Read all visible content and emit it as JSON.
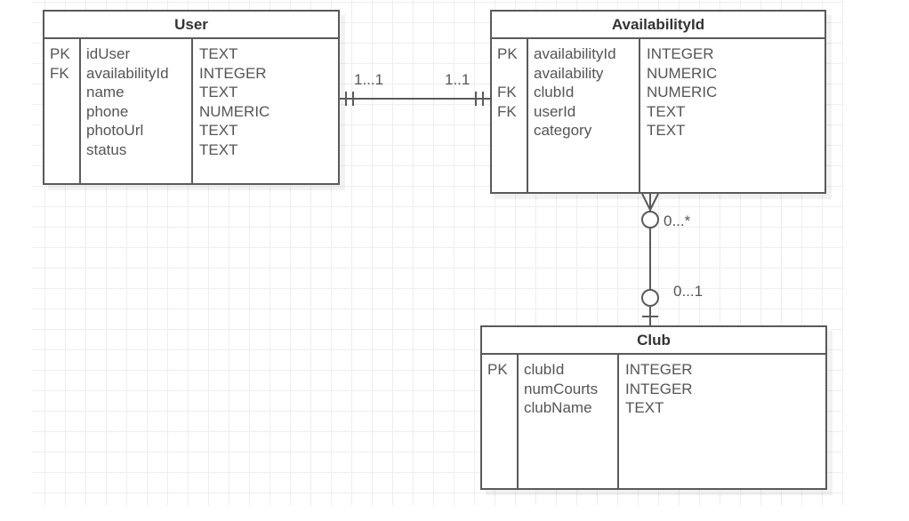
{
  "diagram": {
    "type": "entity-relationship",
    "entities": [
      {
        "name": "User",
        "fields": [
          {
            "key": "PK",
            "name": "idUser",
            "type": "TEXT"
          },
          {
            "key": "FK",
            "name": "availabilityId",
            "type": "INTEGER"
          },
          {
            "key": "",
            "name": "name",
            "type": "TEXT"
          },
          {
            "key": "",
            "name": "phone",
            "type": "NUMERIC"
          },
          {
            "key": "",
            "name": "photoUrl",
            "type": "TEXT"
          },
          {
            "key": "",
            "name": "status",
            "type": "TEXT"
          }
        ]
      },
      {
        "name": "AvailabilityId",
        "fields": [
          {
            "key": "PK",
            "name": "availabilityId",
            "type": "INTEGER"
          },
          {
            "key": "",
            "name": "availability",
            "type": "NUMERIC"
          },
          {
            "key": "FK",
            "name": "clubId",
            "type": "NUMERIC"
          },
          {
            "key": "FK",
            "name": "userId",
            "type": "TEXT"
          },
          {
            "key": "",
            "name": "category",
            "type": "TEXT"
          }
        ]
      },
      {
        "name": "Club",
        "fields": [
          {
            "key": "PK",
            "name": "clubId",
            "type": "INTEGER"
          },
          {
            "key": "",
            "name": "numCourts",
            "type": "INTEGER"
          },
          {
            "key": "",
            "name": "clubName",
            "type": "TEXT"
          }
        ]
      }
    ],
    "relationships": [
      {
        "from": "User",
        "to": "AvailabilityId",
        "from_cardinality": "1...1",
        "to_cardinality": "1..1",
        "from_notation": "mandatory-one",
        "to_notation": "mandatory-one"
      },
      {
        "from": "AvailabilityId",
        "to": "Club",
        "from_cardinality": "0...*",
        "to_cardinality": "0...1",
        "from_notation": "zero-or-many",
        "to_notation": "zero-or-one"
      }
    ]
  },
  "colors": {
    "stroke": "#5a5a5a",
    "text": "#555555",
    "title_text": "#333333",
    "grid": "#eeeeee",
    "background": "#ffffff"
  }
}
